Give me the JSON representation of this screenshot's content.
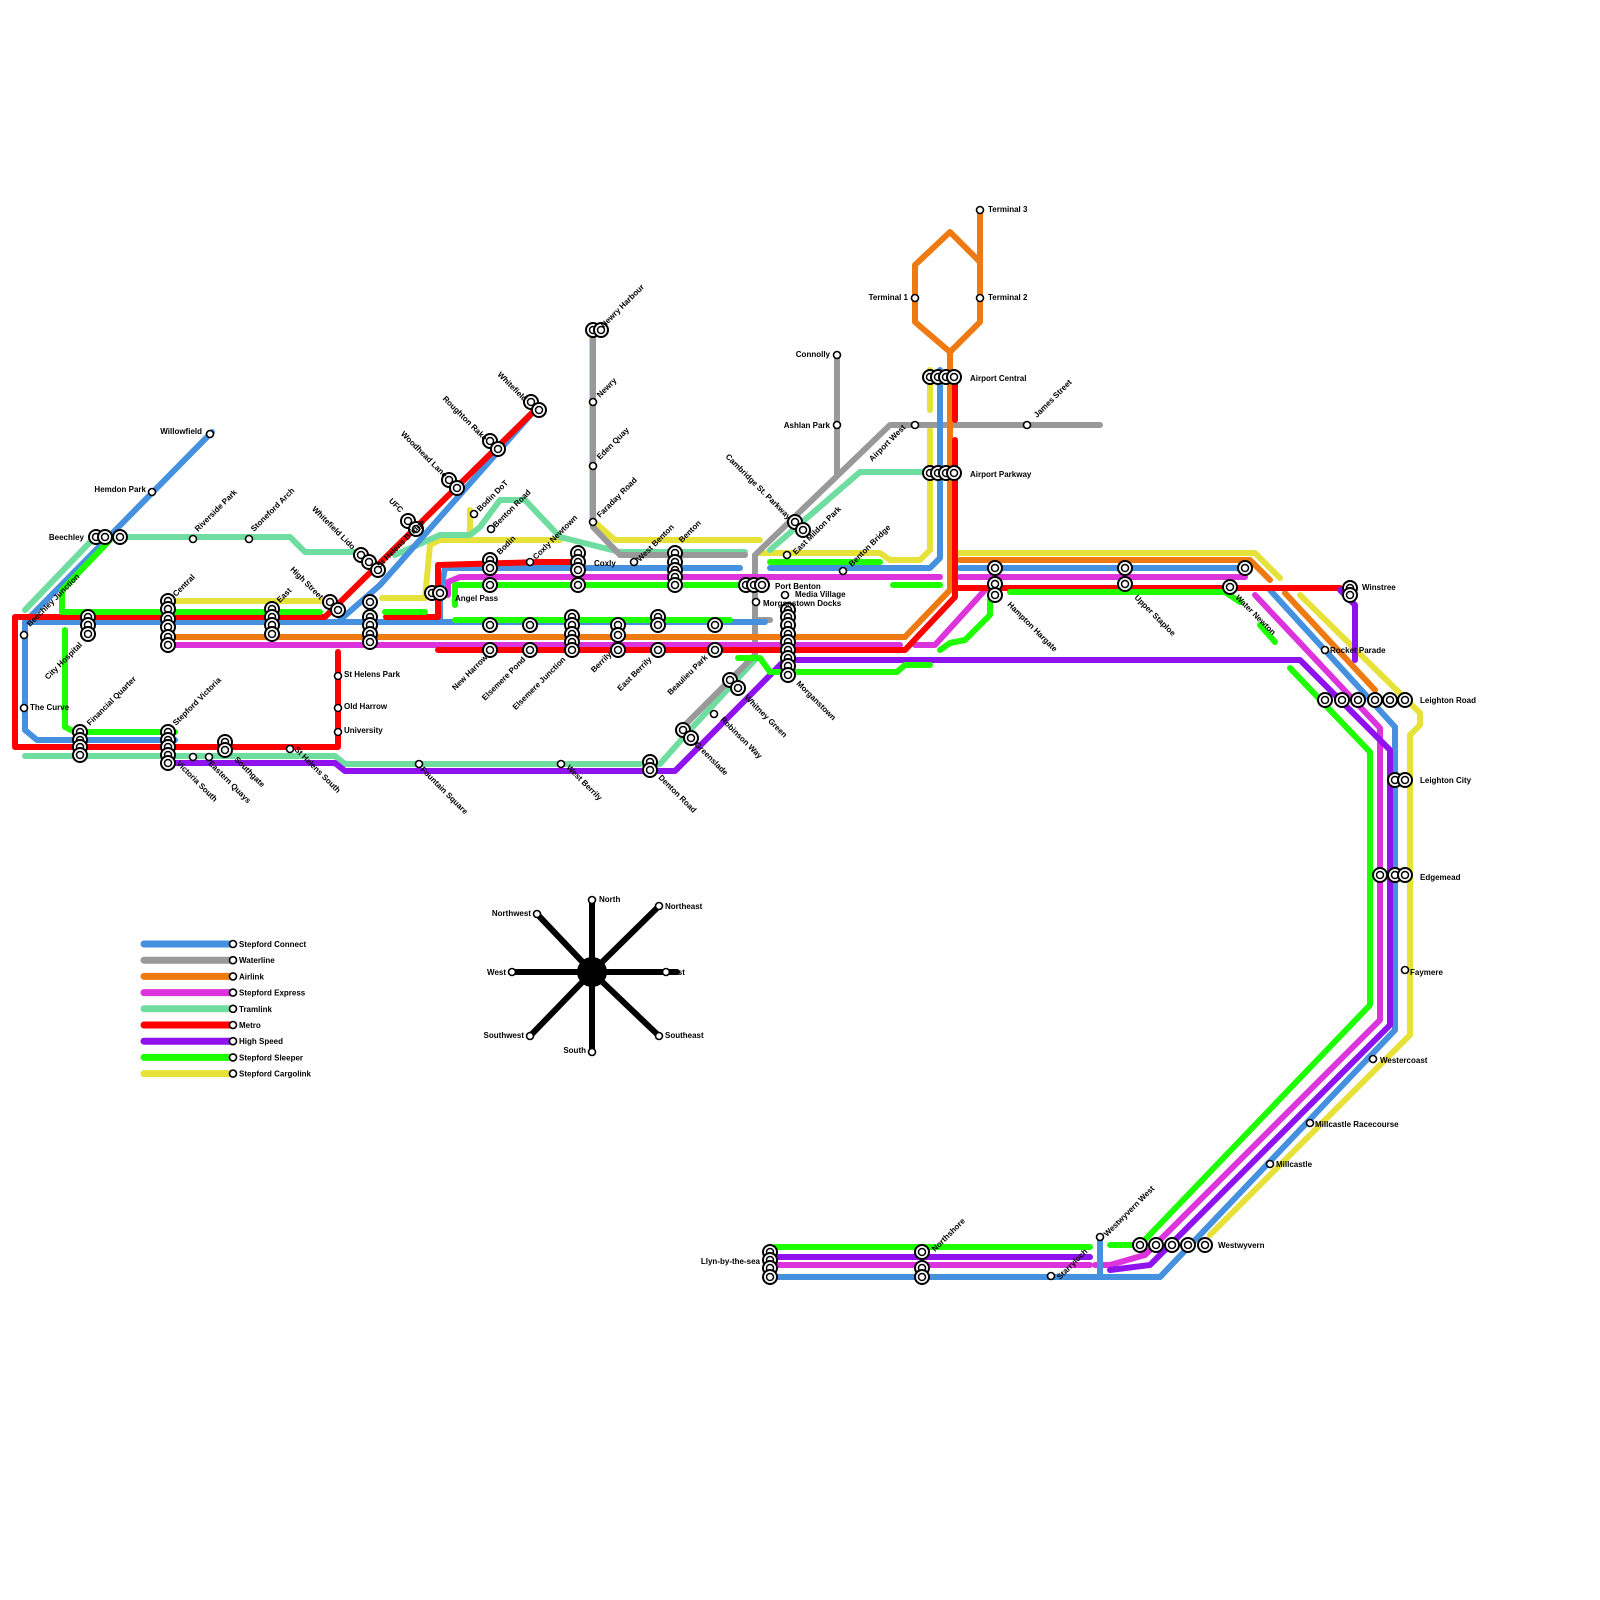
{
  "colors": {
    "stepford_connect": "#4591e0",
    "waterline": "#999999",
    "airlink": "#ee7a11",
    "stepford_express": "#dd33dd",
    "tramlink": "#6fdda0",
    "metro": "#ff0000",
    "high_speed": "#8f11ee",
    "stepford_sleeper": "#1eff00",
    "stepford_cargolink": "#e6e23a"
  },
  "legend": [
    {
      "id": "stepford_connect",
      "label": "Stepford Connect"
    },
    {
      "id": "waterline",
      "label": "Waterline"
    },
    {
      "id": "airlink",
      "label": "Airlink"
    },
    {
      "id": "stepford_express",
      "label": "Stepford Express"
    },
    {
      "id": "tramlink",
      "label": "Tramlink"
    },
    {
      "id": "metro",
      "label": "Metro"
    },
    {
      "id": "high_speed",
      "label": "High Speed"
    },
    {
      "id": "stepford_sleeper",
      "label": "Stepford Sleeper"
    },
    {
      "id": "stepford_cargolink",
      "label": "Stepford Cargolink"
    }
  ],
  "compass": {
    "north": "North",
    "northeast": "Northeast",
    "east": "East",
    "southeast": "Southeast",
    "south": "South",
    "southwest": "Southwest",
    "west": "West",
    "northwest": "Northwest"
  },
  "stations": {
    "willowfield": "Willowfield",
    "hemdon_park": "Hemdon Park",
    "beechley": "Beechley",
    "riverside_park": "Riverside Park",
    "stoneford_arch": "Stoneford Arch",
    "beechley_junction": "Beechley Junction",
    "city_hospital": "City Hospital",
    "the_curve": "The Curve",
    "financial_quarter": "Financial Quarter",
    "central": "Central",
    "east": "East",
    "stepford_victoria": "Stepford Victoria",
    "victoria_south": "Victoria South",
    "eastern_quays": "Eastern Quays",
    "southgate": "Southgate",
    "st_helens_south": "St Helens South",
    "st_helens_park": "St Helens Park",
    "old_harrow": "Old Harrow",
    "university": "University",
    "high_street": "High Street",
    "whitefield_lido": "Whitefield Lido",
    "st_helens_bridge": "St Helens Bridge",
    "ufc": "UFC",
    "woodhead_lane": "Woodhead Lane",
    "roughton_rake": "Roughton Rake",
    "whitefield": "Whitefield",
    "angel_pass": "Angel Pass",
    "bodin_dot": "Bodin DoT",
    "benton_road": "Benton Road",
    "bodin": "Bodin",
    "coxly_newtown": "Coxly Newtown",
    "new_harrow": "New Harrow",
    "elsemere_pond": "Elsemere Pond",
    "elsemere_junction": "Elsemere Junction",
    "coxly": "Coxly",
    "newry_harbour": "Newry Harbour",
    "newry": "Newry",
    "eden_quay": "Eden Quay",
    "faraday_road": "Faraday Road",
    "west_benton": "West Benton",
    "benton": "Benton",
    "berrily": "Berrily",
    "east_berrily": "East Berrily",
    "beaulieu_park": "Beaulieu Park",
    "fountain_square": "Fountain Square",
    "west_berrily": "West Berrily",
    "denton_road": "Denton Road",
    "greenslade": "Greenslade",
    "robinson_way": "Robinson Way",
    "whitney_green": "Whitney Green",
    "port_benton": "Port Benton",
    "media_village": "Media Village",
    "morganstown_docks": "Morganstown Docks",
    "morganstown": "Morganstown",
    "cambridge_st_parkway": "Cambridge St. Parkway",
    "east_mildon_park": "East Mildon Park",
    "benton_bridge": "Benton Bridge",
    "connolly": "Connolly",
    "ashlan_park": "Ashlan Park",
    "airport_west": "Airport West",
    "james_street": "James Street",
    "terminal_1": "Terminal 1",
    "terminal_2": "Terminal 2",
    "terminal_3": "Terminal 3",
    "airport_central": "Airport Central",
    "airport_parkway": "Airport Parkway",
    "hampton_hargate": "Hampton Hargate",
    "upper_staploe": "Upper Staploe",
    "water_newton": "Water Newton",
    "winstree": "Winstree",
    "rocket_parade": "Rocket Parade",
    "leighton_road": "Leighton Road",
    "leighton_city": "Leighton City",
    "edgemead": "Edgemead",
    "faymere": "Faymere",
    "westercoast": "Westercoast",
    "millcastle_racecourse": "Millcastle Racecourse",
    "millcastle": "Millcastle",
    "westwyvern": "Westwyvern",
    "westwyvern_west": "Westwyvern West",
    "starryloch": "Starryloch",
    "northshore": "Northshore",
    "llyn_by_the_sea": "Llyn-by-the-sea"
  }
}
